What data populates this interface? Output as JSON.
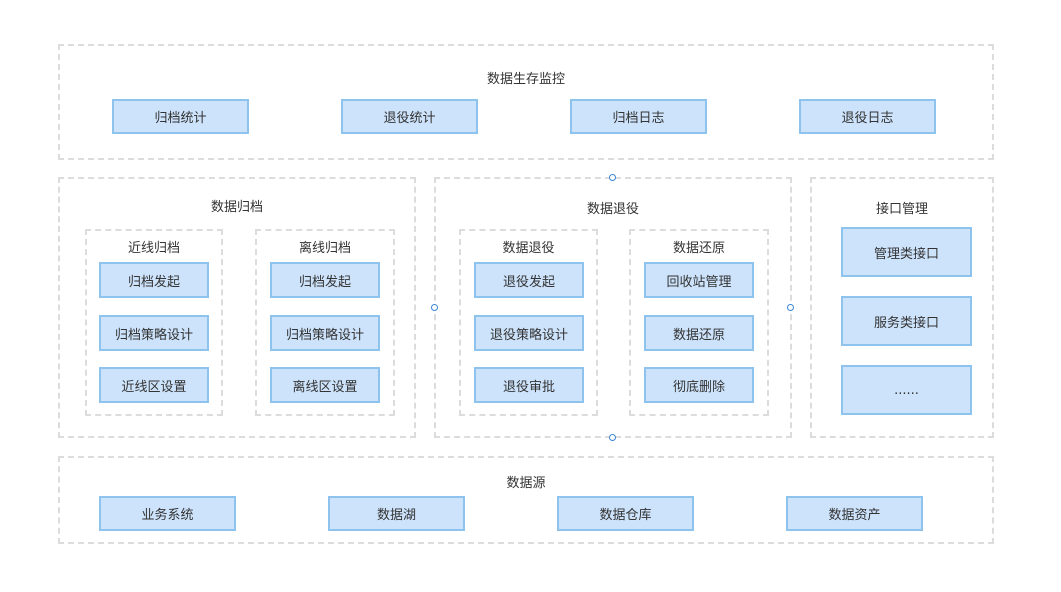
{
  "monitor": {
    "title": "数据生存监控",
    "items": [
      "归档统计",
      "退役统计",
      "归档日志",
      "退役日志"
    ]
  },
  "archive": {
    "title": "数据归档",
    "online": {
      "title": "近线归档",
      "items": [
        "归档发起",
        "归档策略设计",
        "近线区设置"
      ]
    },
    "offline": {
      "title": "离线归档",
      "items": [
        "归档发起",
        "归档策略设计",
        "离线区设置"
      ]
    }
  },
  "retire": {
    "title": "数据退役",
    "retire_group": {
      "title": "数据退役",
      "items": [
        "退役发起",
        "退役策略设计",
        "退役审批"
      ]
    },
    "restore_group": {
      "title": "数据还原",
      "items": [
        "回收站管理",
        "数据还原",
        "彻底删除"
      ]
    }
  },
  "interface": {
    "title": "接口管理",
    "items": [
      "管理类接口",
      "服务类接口",
      "......"
    ]
  },
  "source": {
    "title": "数据源",
    "items": [
      "业务系统",
      "数据湖",
      "数据仓库",
      "数据资产"
    ]
  },
  "colors": {
    "box_fill": "#cce3fb",
    "box_border": "#8ec3ee",
    "panel_border": "#dcdcdc",
    "connector": "#3a86d6"
  }
}
